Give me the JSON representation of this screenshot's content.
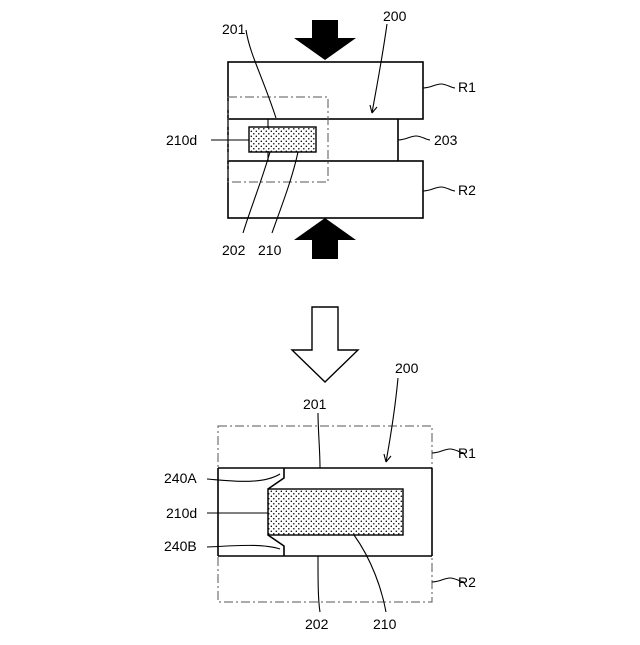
{
  "top_figure": {
    "labels": {
      "l200": "200",
      "l201": "201",
      "lR1": "R1",
      "l203": "203",
      "l210d": "210d",
      "lR2": "R2",
      "l202": "202",
      "l210": "210"
    }
  },
  "bottom_figure": {
    "labels": {
      "l200": "200",
      "l201": "201",
      "lR1": "R1",
      "l240A": "240A",
      "l210d": "210d",
      "l240B": "240B",
      "lR2": "R2",
      "l202": "202",
      "l210": "210"
    }
  },
  "colors": {
    "ink": "#000000",
    "dash": "#555555",
    "arrow": "#000000"
  }
}
